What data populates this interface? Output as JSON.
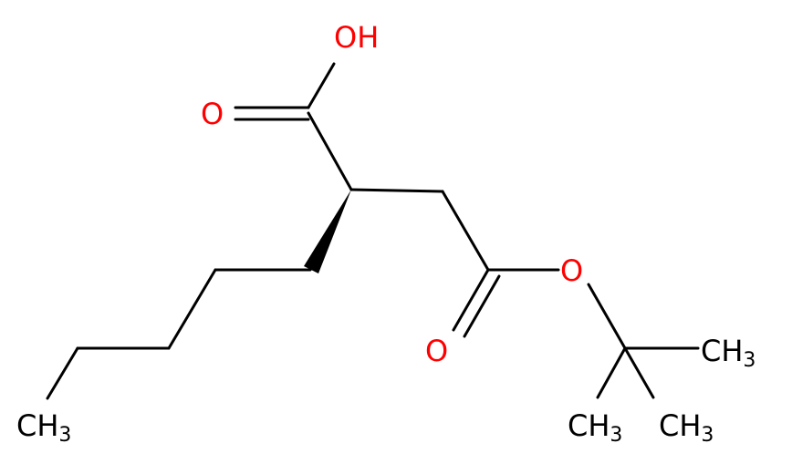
{
  "atoms": {
    "hydroxyl": "OH",
    "carbonyl_acid": "O",
    "ester_o": "O",
    "ester_carbonyl": "O",
    "butyl_ch3": {
      "main": "CH",
      "sub": "3"
    },
    "tbu_ch3_right": {
      "main": "CH",
      "sub": "3"
    },
    "tbu_ch3_bottom_left": {
      "main": "CH",
      "sub": "3"
    },
    "tbu_ch3_bottom_right": {
      "main": "CH",
      "sub": "3"
    }
  },
  "colors": {
    "carbon_bond": "#000000",
    "oxygen": "#ff0000"
  }
}
